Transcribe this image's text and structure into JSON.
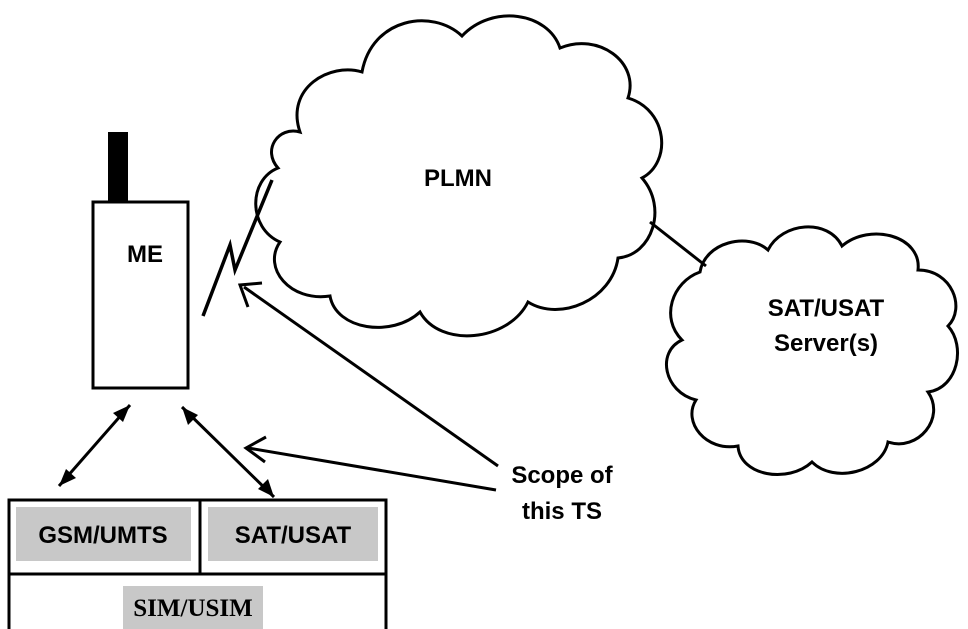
{
  "diagram": {
    "nodes": {
      "plmn": {
        "label": "PLMN",
        "shape": "cloud"
      },
      "server": {
        "label_line1": "SAT/USAT",
        "label_line2": "Server(s)",
        "shape": "cloud"
      },
      "me": {
        "label": "ME",
        "shape": "phone"
      },
      "gsm": {
        "label": "GSM/UMTS"
      },
      "sat": {
        "label": "SAT/USAT"
      },
      "sim": {
        "label": "SIM/USIM"
      }
    },
    "annotation": {
      "scope_line1": "Scope of",
      "scope_line2": "this TS"
    },
    "connections": [
      {
        "from": "me",
        "to": "plmn",
        "style": "radio-link"
      },
      {
        "from": "plmn",
        "to": "server",
        "style": "line"
      },
      {
        "from": "me",
        "to": "gsm",
        "style": "double-arrow"
      },
      {
        "from": "me",
        "to": "sat",
        "style": "double-arrow"
      }
    ],
    "colors": {
      "stroke": "#000000",
      "app_fill": "#c8c8c8",
      "background": "#ffffff"
    }
  }
}
